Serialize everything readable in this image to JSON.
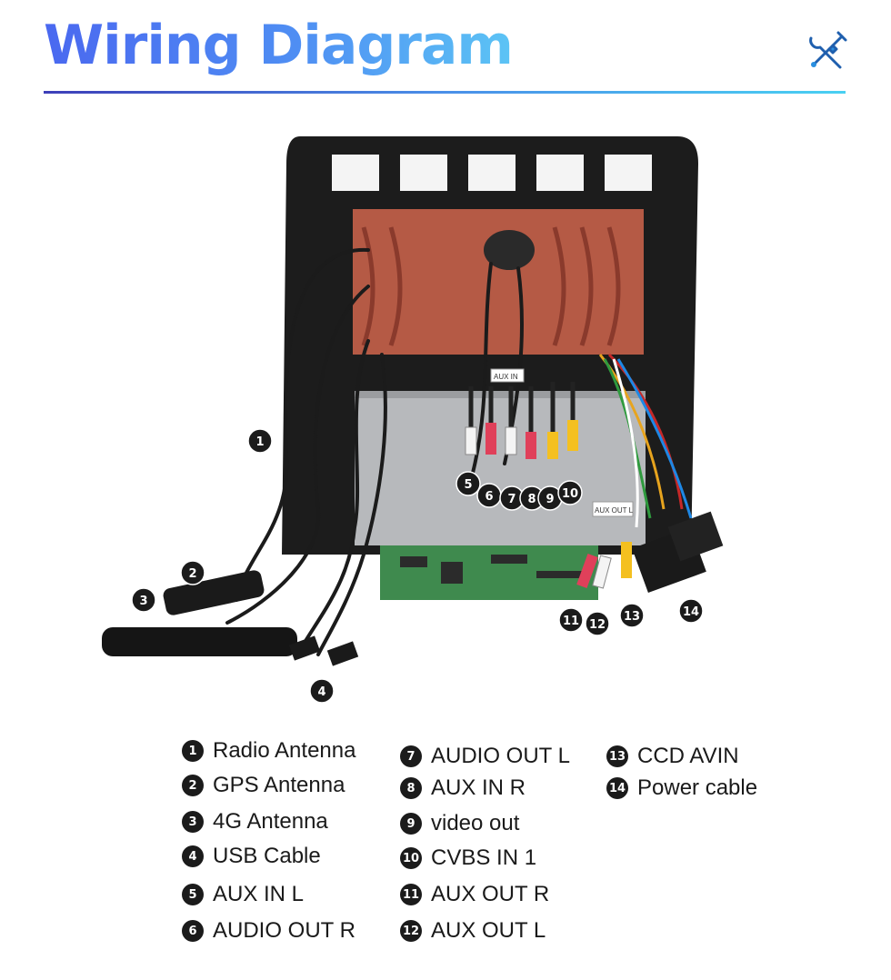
{
  "header": {
    "title": "Wiring Diagram",
    "icon": "tools-icon"
  },
  "colors": {
    "title_start": "#4a68f0",
    "title_end": "#5cc4f5",
    "rule_start": "#3d3fb8",
    "rule_end": "#49d0f2",
    "icon": "#2a8fe0"
  },
  "markers": [
    "1",
    "2",
    "3",
    "4",
    "5",
    "6",
    "7",
    "8",
    "9",
    "10",
    "11",
    "12",
    "13",
    "14"
  ],
  "legend": [
    {
      "num": "1",
      "label": "Radio Antenna"
    },
    {
      "num": "2",
      "label": "GPS Antenna"
    },
    {
      "num": "3",
      "label": "4G Antenna"
    },
    {
      "num": "4",
      "label": "USB  Cable"
    },
    {
      "num": "5",
      "label": "AUX IN L"
    },
    {
      "num": "6",
      "label": "AUDIO OUT R"
    },
    {
      "num": "7",
      "label": "AUDIO OUT L"
    },
    {
      "num": "8",
      "label": "AUX IN R"
    },
    {
      "num": "9",
      "label": "video out"
    },
    {
      "num": "10",
      "label": "CVBS IN 1"
    },
    {
      "num": "11",
      "label": "AUX OUT R"
    },
    {
      "num": "12",
      "label": "AUX OUT L"
    },
    {
      "num": "13",
      "label": "CCD AVIN"
    },
    {
      "num": "14",
      "label": "Power cable"
    }
  ],
  "photo_labels": {
    "aux_out_tag": "AUX OUT L",
    "aux_in_tag": "AUX IN"
  }
}
